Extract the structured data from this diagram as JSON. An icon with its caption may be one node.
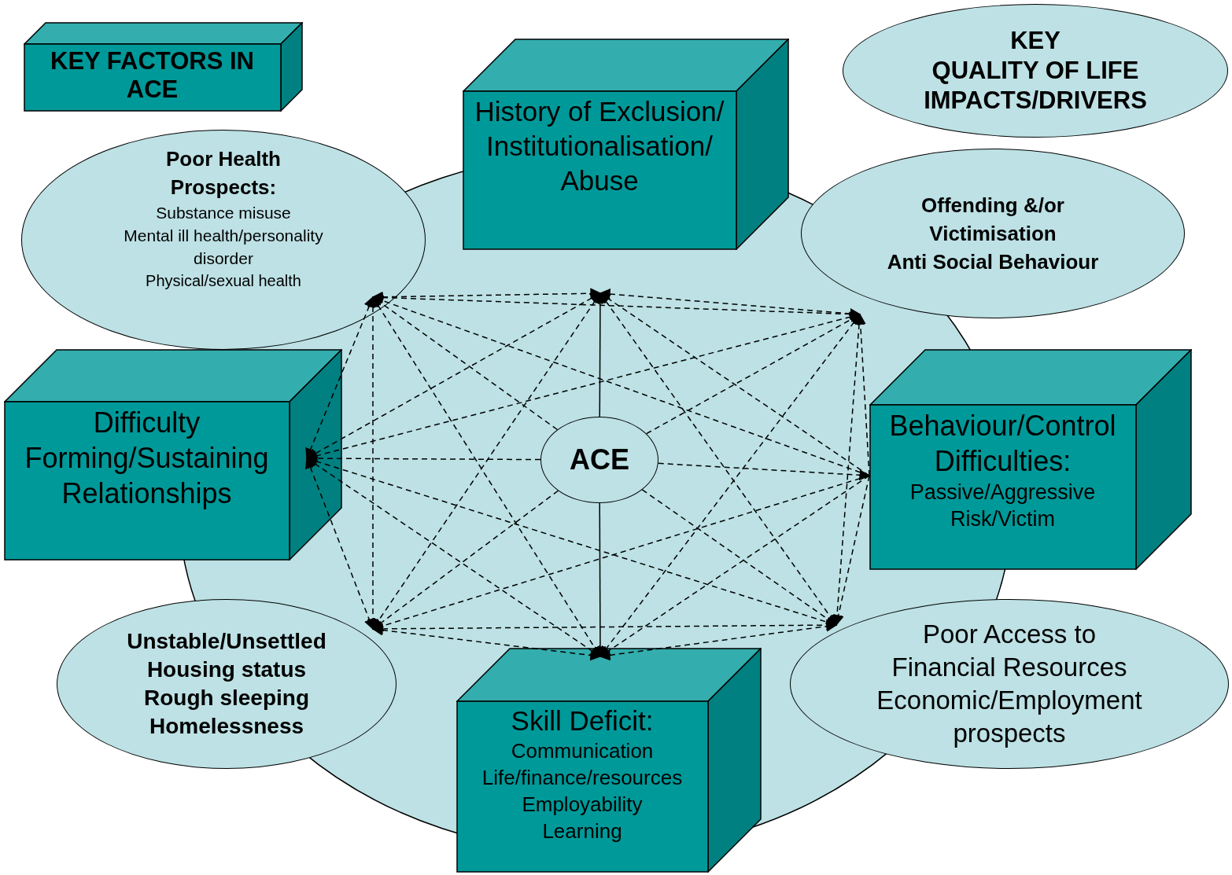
{
  "diagram": {
    "nodes": [
      {
        "text": [
          "KEY FACTORS IN ACE"
        ]
      },
      {
        "text": [
          "History of Exclusion/ Institutionalisation/ Abuse"
        ]
      },
      {
        "text": [
          "KEY",
          "QUALITY OF LIFE IMPACTS/DRIVERS"
        ]
      },
      {
        "text": [
          "Poor Health Prospects:",
          "Substance misuse",
          "Mental ill health/personality disorder",
          "Physical/sexual health"
        ]
      },
      {
        "text": [
          "Offending &/or",
          "Victimisation",
          "Anti Social Behaviour"
        ]
      },
      {
        "text": [
          "Difficulty Forming/Sustaining Relationships"
        ]
      },
      {
        "text": [
          "ACE"
        ]
      },
      {
        "text": [
          "Behaviour/Control Difficulties:",
          "Passive/Aggressive",
          "Risk/Victim"
        ]
      },
      {
        "text": [
          "Unstable/Unsettled",
          "Housing status",
          "Rough sleeping",
          "Homelessness"
        ]
      },
      {
        "text": [
          "Poor Access to Financial Resources",
          "Economic/Employment prospects"
        ]
      },
      {
        "text": [
          "Skill Deficit:",
          "Communication",
          "Life/finance/resources",
          "Employability",
          "Learning"
        ]
      }
    ],
    "edges": [
      {
        "from": 6,
        "to": 1,
        "arrow": "to"
      },
      {
        "from": 6,
        "to": 10,
        "arrow": "to"
      },
      {
        "from": 6,
        "to": 3,
        "arrow": "to",
        "style": "dashed"
      },
      {
        "from": 6,
        "to": 4,
        "arrow": "to",
        "style": "dashed"
      },
      {
        "from": 6,
        "to": 5,
        "arrow": "to",
        "style": "dashed"
      },
      {
        "from": 6,
        "to": 7,
        "arrow": "to",
        "style": "dashed"
      },
      {
        "from": 6,
        "to": 8,
        "arrow": "to",
        "style": "dashed"
      },
      {
        "from": 6,
        "to": 9,
        "arrow": "to",
        "style": "dashed"
      },
      {
        "from": 3,
        "to": 1,
        "arrow": "both",
        "style": "dashed"
      },
      {
        "from": 3,
        "to": 4,
        "arrow": "both",
        "style": "dashed"
      },
      {
        "from": 3,
        "to": 5,
        "arrow": "both",
        "style": "dashed"
      },
      {
        "from": 3,
        "to": 8,
        "arrow": "both",
        "style": "dashed"
      },
      {
        "from": 3,
        "to": 10,
        "arrow": "both",
        "style": "dashed"
      },
      {
        "from": 1,
        "to": 4,
        "arrow": "both",
        "style": "dashed"
      },
      {
        "from": 1,
        "to": 5,
        "arrow": "both",
        "style": "dashed"
      },
      {
        "from": 1,
        "to": 8,
        "arrow": "both",
        "style": "dashed"
      },
      {
        "from": 1,
        "to": 9,
        "arrow": "both",
        "style": "dashed"
      },
      {
        "from": 4,
        "to": 5,
        "arrow": "both",
        "style": "dashed"
      },
      {
        "from": 4,
        "to": 9,
        "arrow": "both",
        "style": "dashed"
      },
      {
        "from": 4,
        "to": 10,
        "arrow": "both",
        "style": "dashed"
      },
      {
        "from": 5,
        "to": 8,
        "arrow": "both",
        "style": "dashed"
      },
      {
        "from": 5,
        "to": 9,
        "arrow": "both",
        "style": "dashed"
      },
      {
        "from": 5,
        "to": 10,
        "arrow": "both",
        "style": "dashed"
      },
      {
        "from": 8,
        "to": 9,
        "arrow": "both",
        "style": "dashed"
      },
      {
        "from": 8,
        "to": 10,
        "arrow": "both",
        "style": "dashed"
      },
      {
        "from": 10,
        "to": 9,
        "arrow": "both",
        "style": "dashed"
      },
      {
        "from": 7,
        "to": 3,
        "arrow": "to",
        "style": "dashed"
      },
      {
        "from": 7,
        "to": 1,
        "arrow": "to",
        "style": "dashed"
      },
      {
        "from": 7,
        "to": 4,
        "arrow": "to",
        "style": "dashed"
      },
      {
        "from": 7,
        "to": 8,
        "arrow": "to",
        "style": "dashed"
      },
      {
        "from": 7,
        "to": 9,
        "arrow": "to",
        "style": "dashed"
      },
      {
        "from": 7,
        "to": 10,
        "arrow": "to",
        "style": "dashed"
      }
    ]
  }
}
